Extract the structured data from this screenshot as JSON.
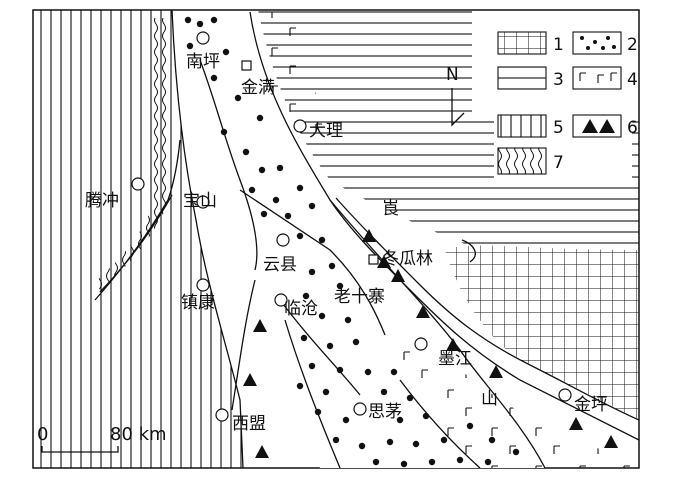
{
  "map": {
    "north_label": "N",
    "scale": {
      "start": "0",
      "end": "80 km"
    },
    "places": {
      "nanping": "南坪",
      "jinman": "金满",
      "dali": "大理",
      "tengchong": "腾冲",
      "baoshan": "宝山",
      "yunxian": "云县",
      "zhenkang": "镇康",
      "lincang": "临沧",
      "laoshizhai": "老十寨",
      "dongualin": "冬瓜林",
      "mojiang": "墨江",
      "ximeng": "西盟",
      "simao": "思茅",
      "jinping": "金坪",
      "ai": "崀",
      "shan": "山"
    },
    "legend": {
      "item1": "1",
      "item2": "2",
      "item3": "3",
      "item4": "4",
      "item5": "5",
      "item6": "6",
      "item7": "7"
    }
  },
  "colors": {
    "ink": "#111111",
    "paper": "#ffffff"
  }
}
